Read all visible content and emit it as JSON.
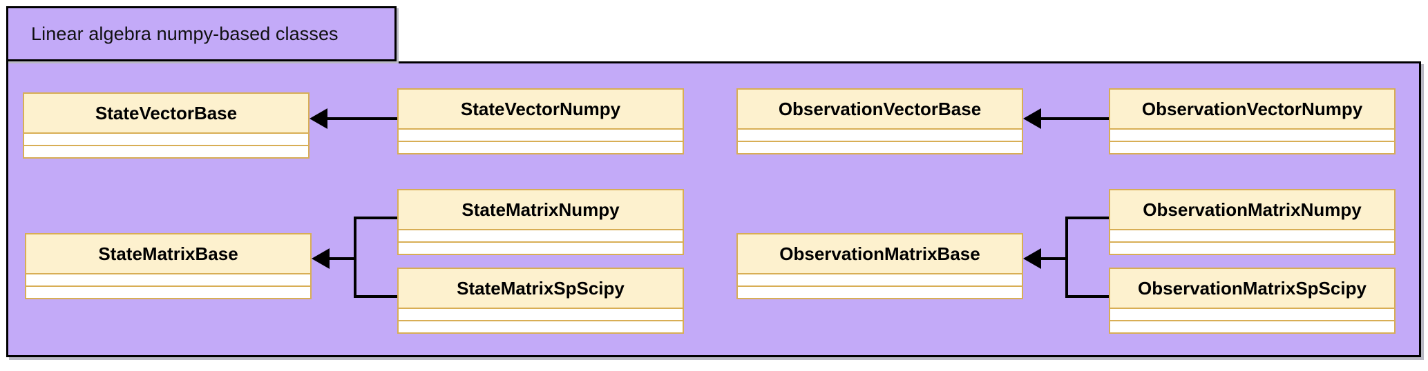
{
  "diagram": {
    "kind": "uml-class-diagram",
    "package": {
      "label": "Linear algebra numpy-based classes",
      "background_color": "#C3AAF8",
      "border_color": "#000000"
    },
    "style": {
      "class_fill": "#FDF1CE",
      "class_border": "#D8AE55",
      "compartment_fill": "#FFFFFF",
      "edge_color": "#000000"
    },
    "classes": [
      {
        "id": "state-vector-base",
        "name": "StateVectorBase",
        "role": "base",
        "group": "state-vector"
      },
      {
        "id": "state-vector-numpy",
        "name": "StateVectorNumpy",
        "role": "derived",
        "group": "state-vector"
      },
      {
        "id": "observation-vector-base",
        "name": "ObservationVectorBase",
        "role": "base",
        "group": "observation-vector"
      },
      {
        "id": "observation-vector-numpy",
        "name": "ObservationVectorNumpy",
        "role": "derived",
        "group": "observation-vector"
      },
      {
        "id": "state-matrix-base",
        "name": "StateMatrixBase",
        "role": "base",
        "group": "state-matrix"
      },
      {
        "id": "state-matrix-numpy",
        "name": "StateMatrixNumpy",
        "role": "derived",
        "group": "state-matrix"
      },
      {
        "id": "state-matrix-spscipy",
        "name": "StateMatrixSpScipy",
        "role": "derived",
        "group": "state-matrix"
      },
      {
        "id": "observation-matrix-base",
        "name": "ObservationMatrixBase",
        "role": "base",
        "group": "observation-matrix"
      },
      {
        "id": "observation-matrix-numpy",
        "name": "ObservationMatrixNumpy",
        "role": "derived",
        "group": "observation-matrix"
      },
      {
        "id": "observation-matrix-spscipy",
        "name": "ObservationMatrixSpScipy",
        "role": "derived",
        "group": "observation-matrix"
      }
    ],
    "relationships": [
      {
        "type": "inheritance",
        "from": "StateVectorNumpy",
        "to": "StateVectorBase"
      },
      {
        "type": "inheritance",
        "from": "ObservationVectorNumpy",
        "to": "ObservationVectorBase"
      },
      {
        "type": "inheritance",
        "from": "StateMatrixNumpy",
        "to": "StateMatrixBase"
      },
      {
        "type": "inheritance",
        "from": "StateMatrixSpScipy",
        "to": "StateMatrixBase"
      },
      {
        "type": "inheritance",
        "from": "ObservationMatrixNumpy",
        "to": "ObservationMatrixBase"
      },
      {
        "type": "inheritance",
        "from": "ObservationMatrixSpScipy",
        "to": "ObservationMatrixBase"
      }
    ]
  }
}
